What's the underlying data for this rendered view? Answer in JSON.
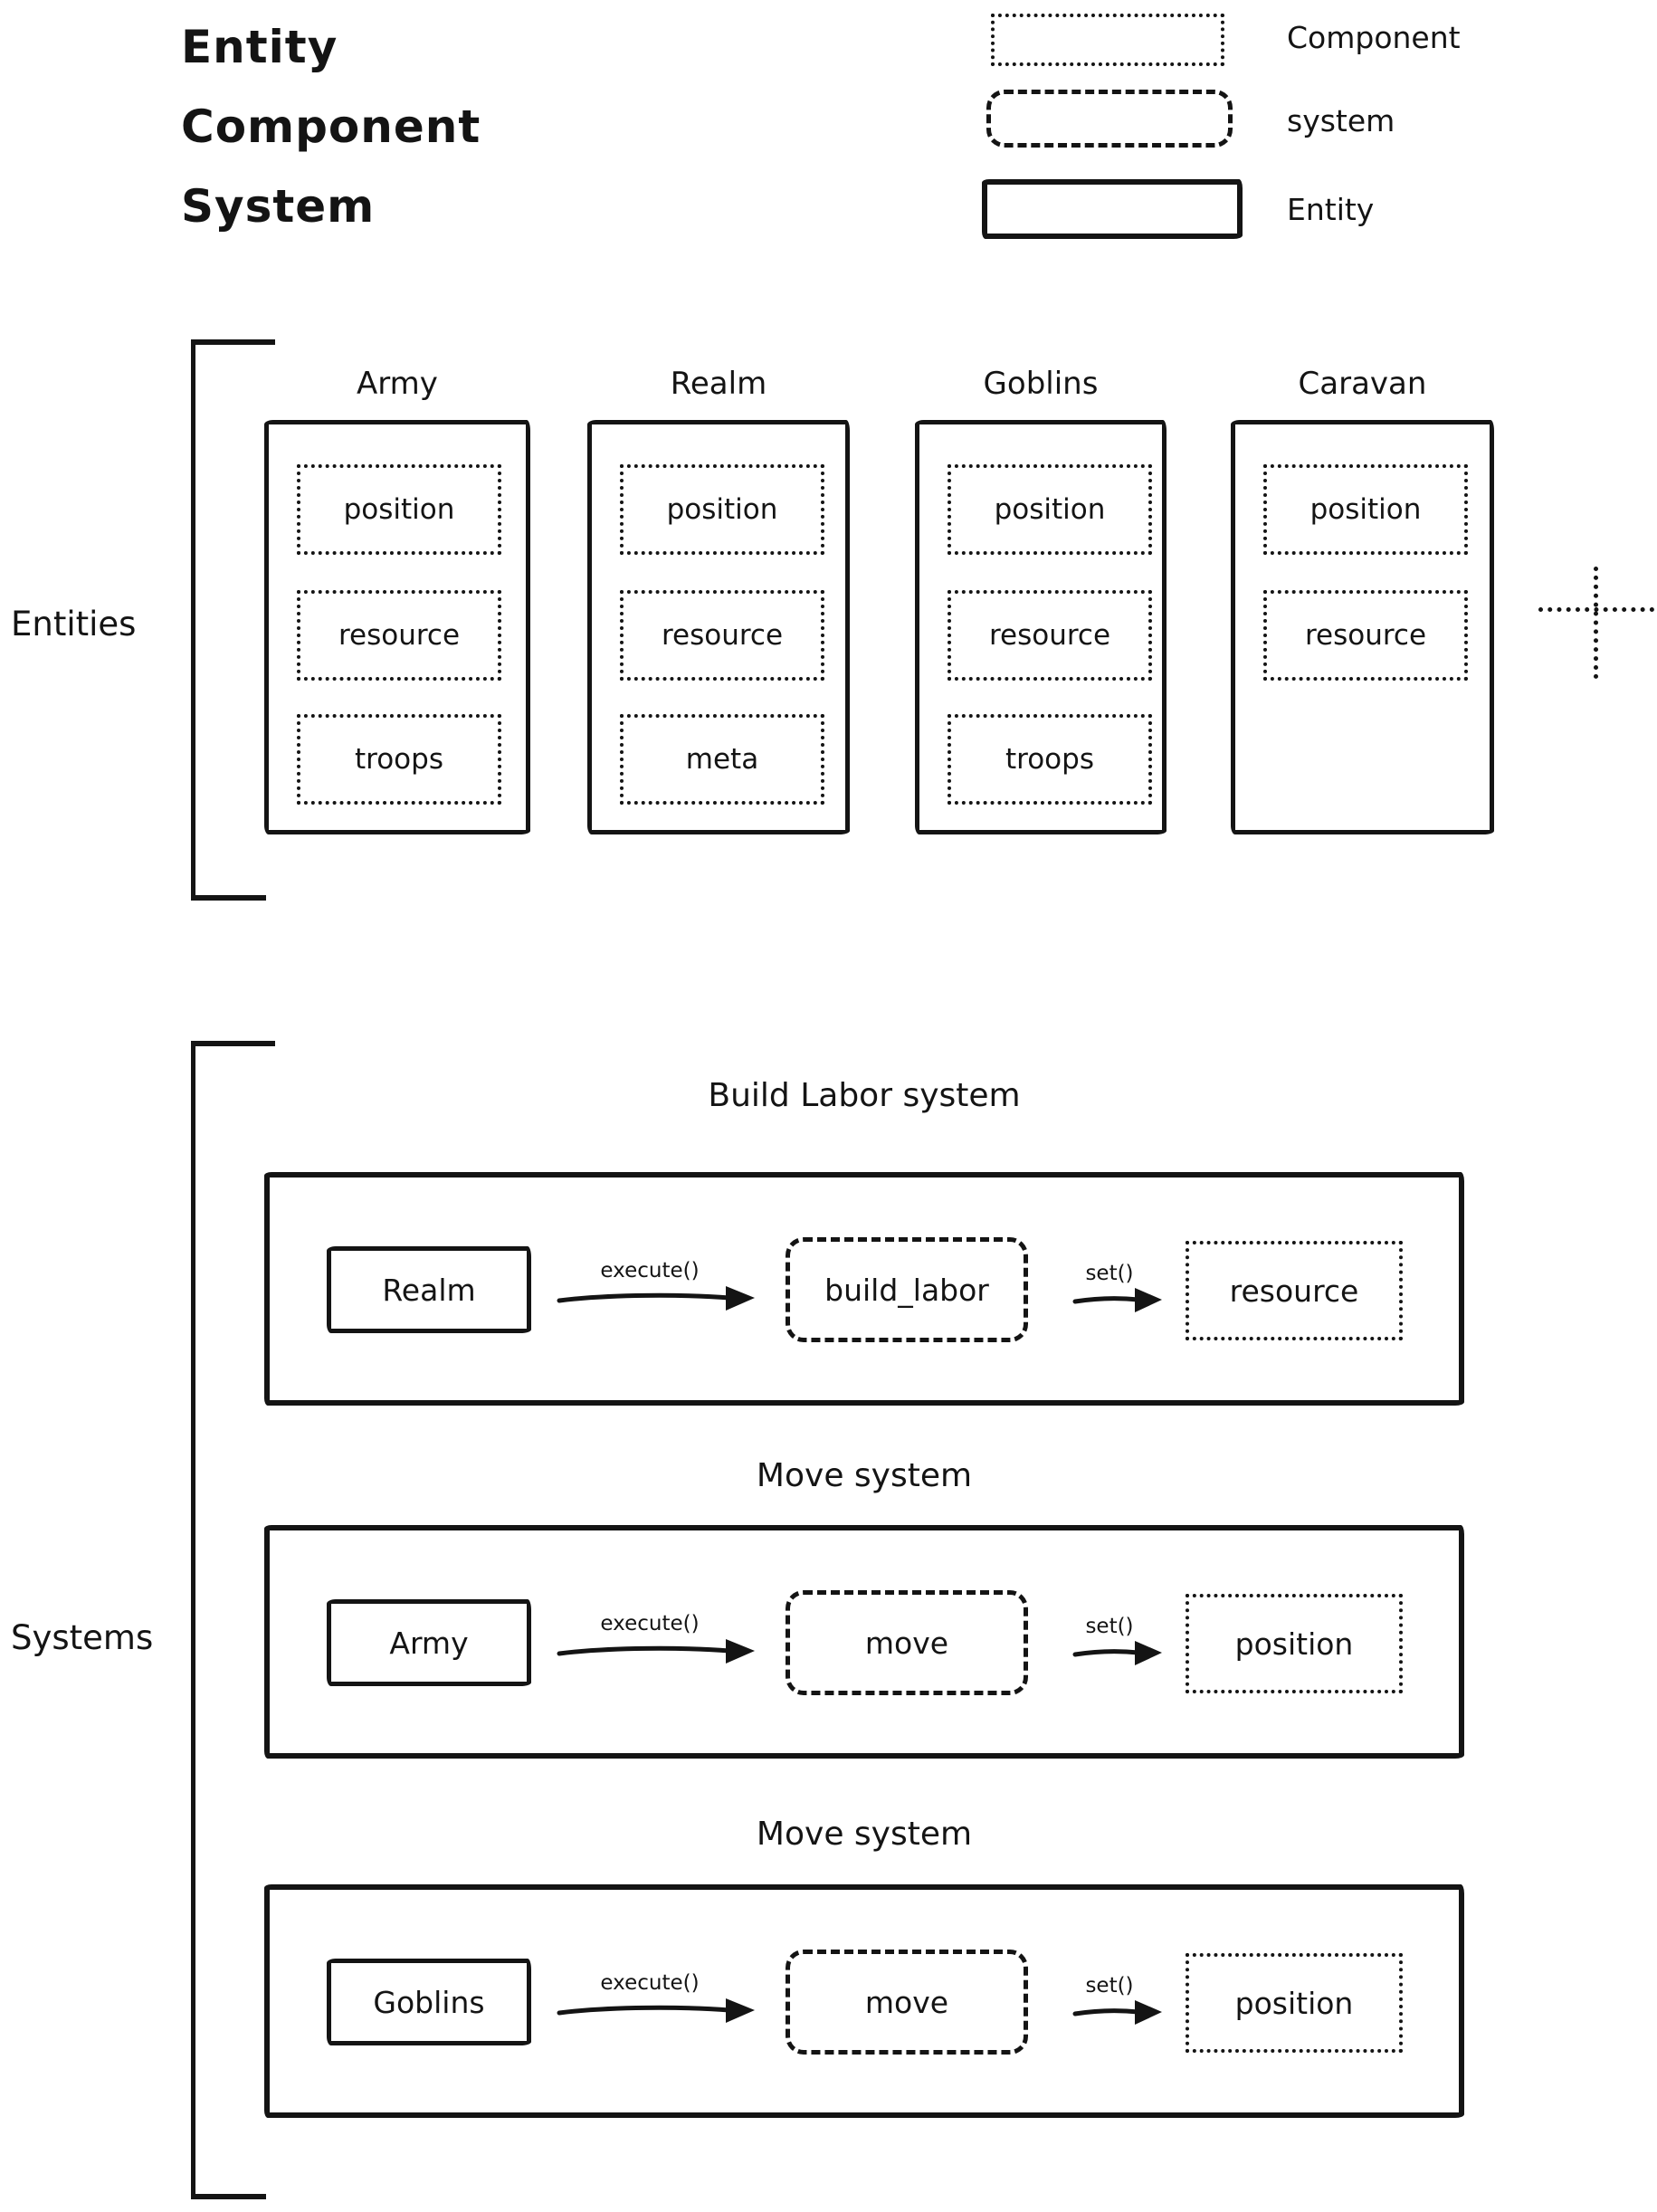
{
  "title": {
    "line1": "Entity",
    "line2": "Component",
    "line3": "System"
  },
  "legend": {
    "component_label": "Component",
    "system_label": "system",
    "entity_label": "Entity"
  },
  "entities_section": {
    "label": "Entities",
    "entities": [
      {
        "name": "Army",
        "components": [
          "position",
          "resource",
          "troops"
        ]
      },
      {
        "name": "Realm",
        "components": [
          "position",
          "resource",
          "meta"
        ]
      },
      {
        "name": "Goblins",
        "components": [
          "position",
          "resource",
          "troops"
        ]
      },
      {
        "name": "Caravan",
        "components": [
          "position",
          "resource"
        ]
      }
    ]
  },
  "systems_section": {
    "label": "Systems",
    "systems": [
      {
        "title": "Build Labor system",
        "entity": "Realm",
        "execute_label": "execute()",
        "system_name": "build_labor",
        "set_label": "set()",
        "component": "resource"
      },
      {
        "title": "Move system",
        "entity": "Army",
        "execute_label": "execute()",
        "system_name": "move",
        "set_label": "set()",
        "component": "position"
      },
      {
        "title": "Move system",
        "entity": "Goblins",
        "execute_label": "execute()",
        "system_name": "move",
        "set_label": "set()",
        "component": "position"
      }
    ]
  },
  "colors": {
    "ink": "#141414",
    "background": "#ffffff"
  }
}
